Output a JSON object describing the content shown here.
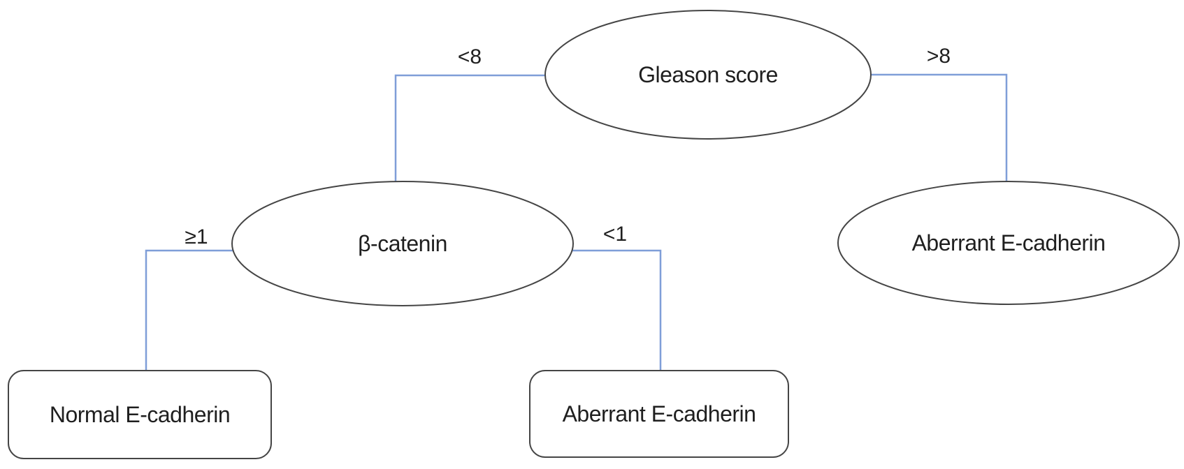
{
  "figure": {
    "background_color": "#ffffff",
    "connector_color": "#7f9ed8",
    "shape_stroke_color": "#454545",
    "text_color": "#1f1f1f",
    "nodes": [
      {
        "id": "gleason-score",
        "label": "Gleason score",
        "shape": "ellipse"
      },
      {
        "id": "beta-catenin",
        "label": "β-catenin",
        "shape": "ellipse"
      },
      {
        "id": "aberrant-ecadherin",
        "label": "Aberrant E-cadherin",
        "shape": "ellipse"
      },
      {
        "id": "normal-ecadherin",
        "label": "Normal E-cadherin",
        "shape": "rounded-rectangle"
      },
      {
        "id": "aberrant-ecadherin-2",
        "label": "Aberrant E-cadherin",
        "shape": "rounded-rectangle"
      }
    ],
    "edge_labels": {
      "gleason_left": "<8",
      "gleason_right": ">8",
      "catenin_left": "≥1",
      "catenin_right": "<1"
    }
  }
}
